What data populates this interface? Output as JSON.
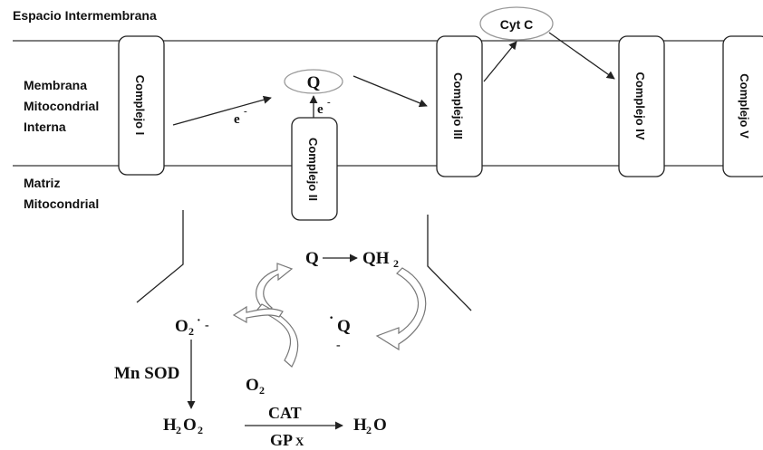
{
  "regions": {
    "intermembrane": "Espacio Intermembrana",
    "inner_membrane": [
      "Membrana",
      "Mitocondrial",
      "Interna"
    ],
    "matrix": [
      "Matriz",
      "Mitocondrial"
    ]
  },
  "complexes": {
    "c1": "Complejo I",
    "c2": "Complejo II",
    "c3": "Complejo III",
    "c4": "Complejo IV",
    "c5": "Complejo   V"
  },
  "carriers": {
    "q": "Q",
    "cyt_c": "Cyt C"
  },
  "electrons": {
    "e1": "e",
    "e1_sup": "-",
    "e2": "e",
    "e2_sup": "-"
  },
  "cycle": {
    "q_left": "Q",
    "qh2_base": "QH",
    "qh2_sub": "2",
    "semiquinone_dot": "·",
    "semiquinone": "Q",
    "semiquinone_charge": "-",
    "superoxide_base": "O",
    "superoxide_sub": "2",
    "superoxide_dot": "·",
    "superoxide_charge": "-",
    "oxygen_base": "O",
    "oxygen_sub": "2"
  },
  "detox": {
    "enzyme": "Mn SOD",
    "h2o2_h": "H",
    "h2o2_sub1": "2",
    "h2o2_o": "O",
    "h2o2_sub2": "2",
    "cat": "CAT",
    "gpx_base": "GP",
    "gpx_x": "X",
    "water_h": "H",
    "water_sub": "2",
    "water_o": "O"
  }
}
